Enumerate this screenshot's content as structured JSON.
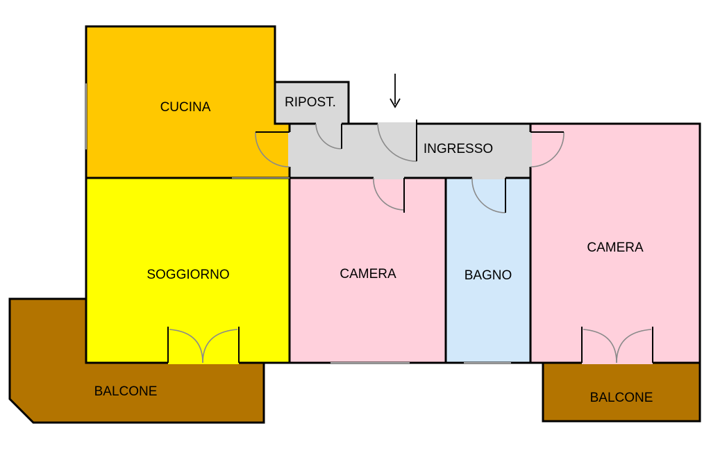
{
  "plan": {
    "rooms": {
      "cucina": {
        "label": "CUCINA",
        "color": "#FFC800"
      },
      "ripostiglio": {
        "label": "RIPOST.",
        "color": "#D9D9D9"
      },
      "ingresso": {
        "label": "INGRESSO",
        "color": "#D9D9D9"
      },
      "soggiorno": {
        "label": "SOGGIORNO",
        "color": "#FFFF00"
      },
      "camera_centrale": {
        "label": "CAMERA",
        "color": "#FFD0DC"
      },
      "bagno": {
        "label": "BAGNO",
        "color": "#D2E8FA"
      },
      "camera_destra": {
        "label": "CAMERA",
        "color": "#FFD0DC"
      },
      "balcone_sinistro": {
        "label": "BALCONE",
        "color": "#B37400"
      },
      "balcone_destro": {
        "label": "BALCONE",
        "color": "#B37400"
      }
    },
    "entrance_marker": {
      "icon": "down-arrow-icon"
    }
  }
}
